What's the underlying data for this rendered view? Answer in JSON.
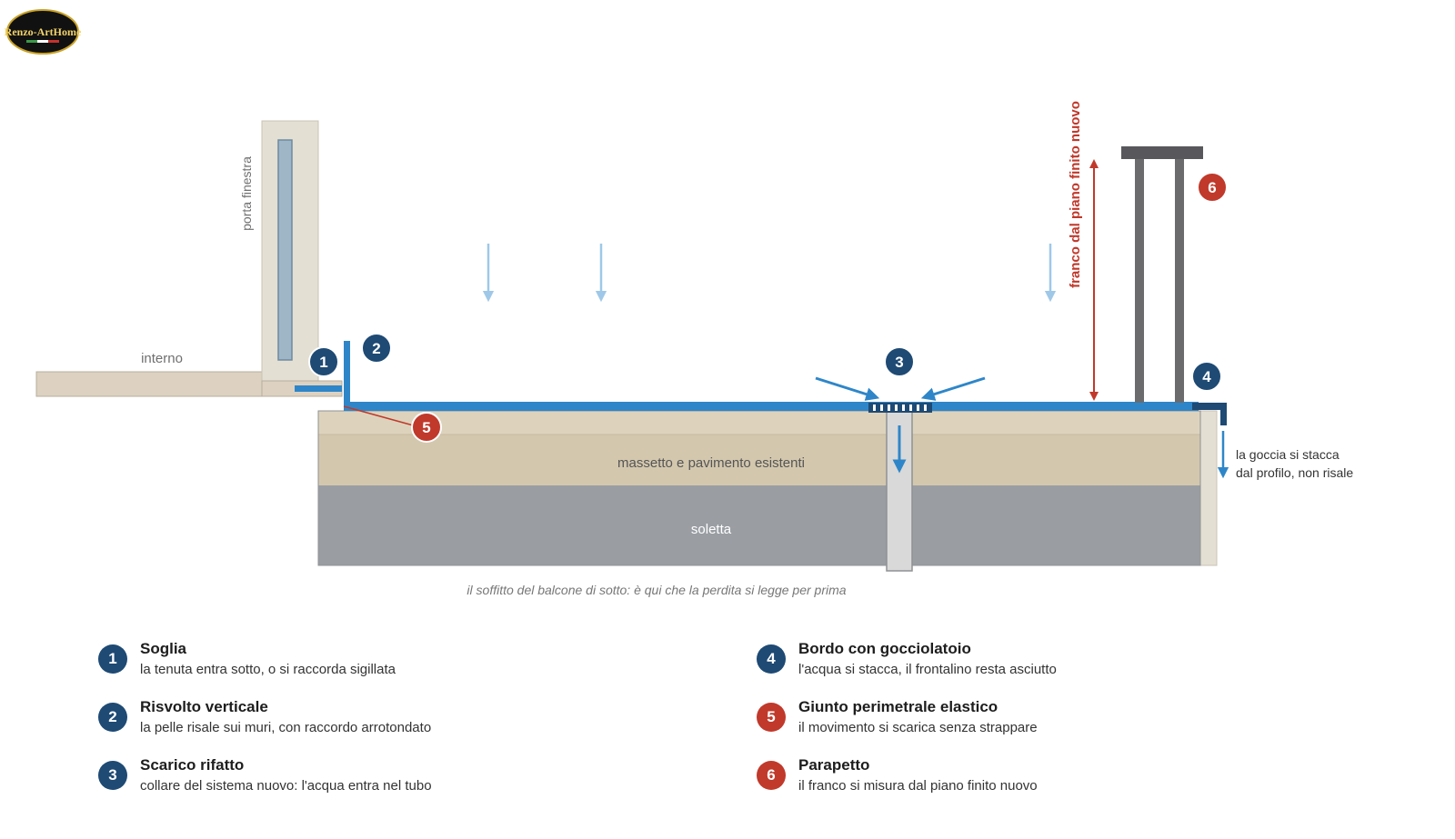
{
  "logo": {
    "text": "Renzo-ArtHome"
  },
  "labels": {
    "porta_finestra": "porta finestra",
    "interno": "interno",
    "massetto": "massetto e pavimento esistenti",
    "soletta": "soletta",
    "franco": "franco dal piano finito nuovo",
    "goccia_line1": "la goccia si stacca",
    "goccia_line2": "dal profilo, non risale",
    "caption": "il soffitto del balcone di sotto: è qui che la perdita si legge per prima"
  },
  "markers": [
    {
      "num": "1",
      "color": "blue"
    },
    {
      "num": "2",
      "color": "blue"
    },
    {
      "num": "3",
      "color": "blue"
    },
    {
      "num": "4",
      "color": "blue"
    },
    {
      "num": "5",
      "color": "red"
    },
    {
      "num": "6",
      "color": "red"
    }
  ],
  "legend": [
    {
      "num": "1",
      "color": "blue",
      "title": "Soglia",
      "desc": "la tenuta entra sotto, o si raccorda sigillata"
    },
    {
      "num": "2",
      "color": "blue",
      "title": "Risvolto verticale",
      "desc": "la pelle risale sui muri, con raccordo arrotondato"
    },
    {
      "num": "3",
      "color": "blue",
      "title": "Scarico rifatto",
      "desc": "collare del sistema nuovo: l'acqua entra nel tubo"
    },
    {
      "num": "4",
      "color": "blue",
      "title": "Bordo con gocciolatoio",
      "desc": "l'acqua si stacca, il frontalino resta asciutto"
    },
    {
      "num": "5",
      "color": "red",
      "title": "Giunto perimetrale elastico",
      "desc": "il movimento si scarica senza strappare"
    },
    {
      "num": "6",
      "color": "red",
      "title": "Parapetto",
      "desc": "il franco si misura dal piano finito nuovo"
    }
  ],
  "colors": {
    "membrane": "#2e86c9",
    "navy": "#1e4a74",
    "red": "#c0392b",
    "light_arrow": "#9fc8e8",
    "screed": "#d3c7ae",
    "slab": "#9a9ea3",
    "floor_interior": "#ddd2c2",
    "frame": "#e4dfd3",
    "glass": "#9fb6c7",
    "railing": "#6b6b6e"
  }
}
